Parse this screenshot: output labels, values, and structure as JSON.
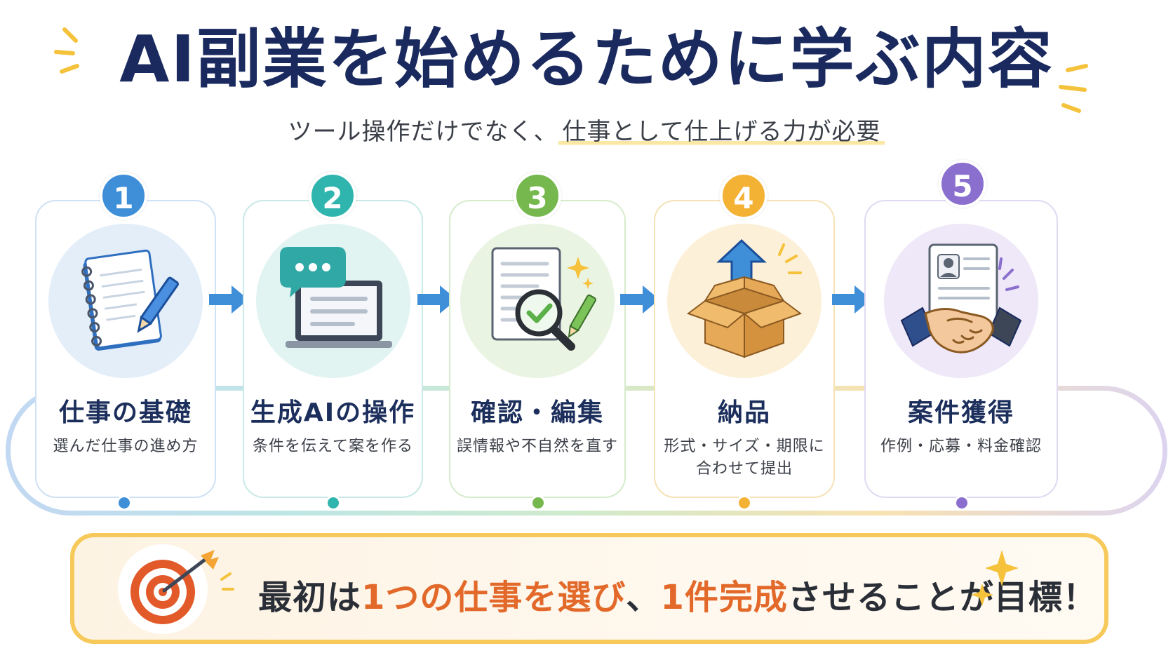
{
  "title": "AI副業を始めるために学ぶ内容",
  "subtitle": {
    "plain": "ツール操作だけでなく、",
    "highlight": "仕事として仕上げる力が必要"
  },
  "steps": [
    {
      "number": "1",
      "title": "仕事の基礎",
      "desc": "選んだ仕事の進め方",
      "icon": "notebook-pen-icon",
      "color": "#3f8fd8",
      "bg": "#e3eef9"
    },
    {
      "number": "2",
      "title": "生成AIの操作",
      "desc": "条件を伝えて案を作る",
      "icon": "laptop-chat-icon",
      "color": "#30b5ae",
      "bg": "#e2f4f2"
    },
    {
      "number": "3",
      "title": "確認・編集",
      "desc": "誤情報や不自然を直す",
      "icon": "document-magnifier-check-icon",
      "color": "#76b84e",
      "bg": "#eaf4e2"
    },
    {
      "number": "4",
      "title": "納品",
      "desc": "形式・サイズ・期限に\n合わせて提出",
      "icon": "box-upload-icon",
      "color": "#f4b234",
      "bg": "#fdf0d8"
    },
    {
      "number": "5",
      "title": "案件獲得",
      "desc": "作例・応募・料金確認",
      "icon": "resume-handshake-icon",
      "color": "#8a6fcf",
      "bg": "#eee8f8"
    }
  ],
  "goal": {
    "icon": "target-arrow-icon",
    "parts": [
      {
        "text": "最初は",
        "accent": false
      },
      {
        "text": "1つの仕事を選び",
        "accent": true
      },
      {
        "text": "、",
        "accent": false
      },
      {
        "text": "1件完成",
        "accent": true
      },
      {
        "text": "させることが目標！",
        "accent": false
      }
    ]
  },
  "colors": {
    "title": "#1a2a5e",
    "arrow": "#3f8fd8",
    "goal_border": "#f6c95a",
    "accent": "#e2692a"
  }
}
